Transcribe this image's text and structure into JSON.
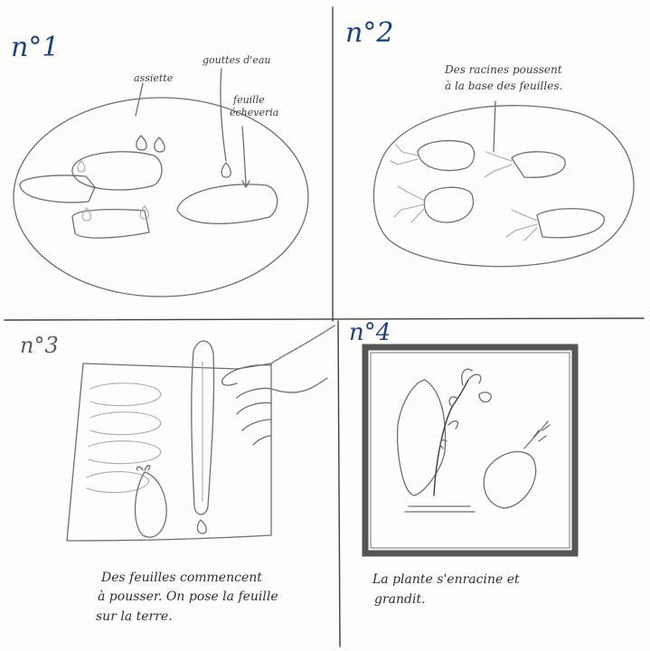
{
  "panels": [
    {
      "number": "n°1",
      "labels": {
        "plate": "assiette",
        "drops": "gouttes d'eau",
        "leaf_line1": "feuille",
        "leaf_line2": "écheveria"
      }
    },
    {
      "number": "n°2",
      "caption_line1": "Des racines poussent",
      "caption_line2": "à la base des feuilles."
    },
    {
      "number": "n°3",
      "caption_line1": "Des feuilles commencent",
      "caption_line2": "à pousser. On pose la feuille",
      "caption_line3": "sur la terre."
    },
    {
      "number": "n°4",
      "caption_line1": "La plante s'enracine et",
      "caption_line2": "grandit."
    }
  ],
  "colors": {
    "pencil": "#6f6f6f",
    "number_ink": "#1b3f8f",
    "frame": "#555555"
  }
}
